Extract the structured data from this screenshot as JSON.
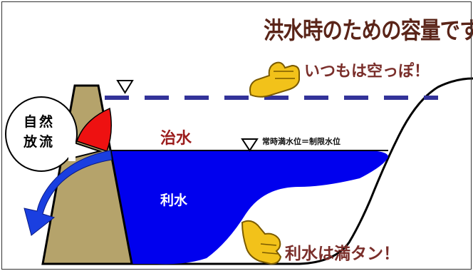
{
  "title": "洪水時のための容量です",
  "flood_capacity": {
    "label": "治水",
    "note": "いつもは空っぽ！"
  },
  "normal_level": {
    "label": "常時満水位＝制限水位"
  },
  "water_use": {
    "label": "利水",
    "note": "利水は満タン！"
  },
  "natural_discharge": {
    "line1": "自然",
    "line2": "放流"
  },
  "colors": {
    "water": "#0000ee",
    "dam": "#b5a36b",
    "gate": "#ee1111",
    "flood_line": "#333399",
    "title_text": "#5a2418",
    "flood_text": "#9b1c1c",
    "hand": "#f2c21a"
  },
  "icons": [
    "water-level-triangle-icon",
    "pointing-hand-icon"
  ]
}
